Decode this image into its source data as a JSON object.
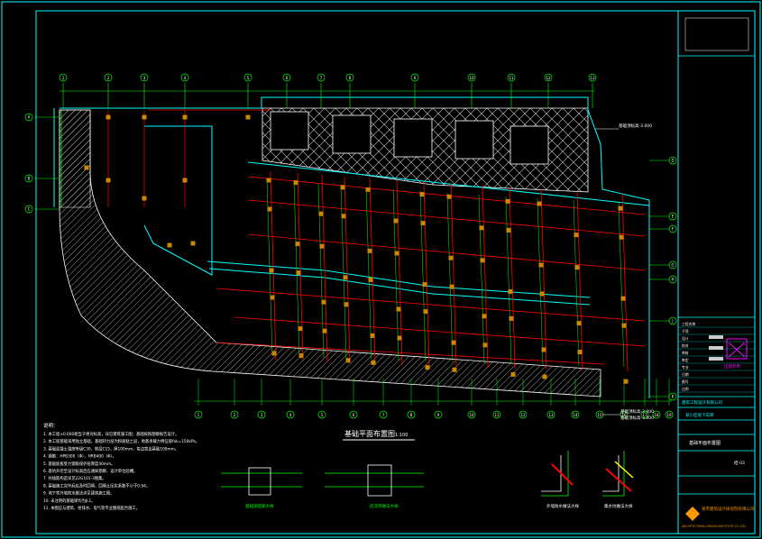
{
  "drawing": {
    "main_title": "基础平面布置图",
    "main_scale": "1:100",
    "notes_heading": "说明：",
    "notes": [
      "1. 本工程±0.000相当于绝对标高，详见建筑施工图；基础按照勘察报告设计。",
      "2. 本工程基础采用独立基础，基础持力层为粉质粘土层，地基承载力特征值fak=150kPa。",
      "3. 基础混凝土强度等级C30，垫层C15，厚100mm，每边宽出基础100mm。",
      "4. 钢筋：HPB300（Φ），HRB400（Φ）。",
      "5. 基础底板受力钢筋保护层厚度40mm。",
      "6. 基坑开挖至设计标高后应通知勘察、设计单位验槽。",
      "7. 柱插筋构造详见22G101-3图集。",
      "8. 基础施工完毕后应及时回填，回填土压实系数不小于0.94。",
      "9. 地下室外墙防水做法详见建筑施工图。",
      "10. 未注明的基础梁均为JL1。",
      "11. 本图应与建筑、给排水、电气等专业图纸配合施工。"
    ],
    "detail_labels": [
      "基础梁配筋大样",
      "后浇带做法大样",
      "外墙防水做法大样",
      "集水坑做法大样"
    ],
    "callouts": [
      "基础顶标高-3.000",
      "基础顶标高-3.000",
      "基础顶标高-3.000"
    ],
    "grid_top": [
      "1",
      "2",
      "3",
      "4",
      "5",
      "6",
      "7",
      "8",
      "9",
      "10",
      "11",
      "12",
      "13"
    ],
    "grid_bottom": [
      "1",
      "2",
      "3",
      "4",
      "5",
      "6",
      "7",
      "8",
      "9",
      "10",
      "11",
      "12",
      "13",
      "14",
      "15",
      "16",
      "17",
      "18",
      "19"
    ],
    "grid_left": [
      "A",
      "B",
      "C"
    ],
    "grid_right": [
      "D",
      "E",
      "F",
      "G",
      "H",
      "J",
      "K"
    ]
  },
  "title_block": {
    "company_top": "建筑工程设计有限公司",
    "project": "某小区地下车库",
    "sheet_title": "基础平面布置图",
    "sheet_no": "结-03",
    "stamp": "出图专用",
    "company_bottom_cn": "某市建筑设计研究院有限公司",
    "company_bottom_en": "ARCHITECTURAL DESIGN INSTITUTE CO.,LTD.",
    "fields": [
      "工程名称",
      "子项",
      "设计",
      "校对",
      "审核",
      "审定",
      "专业",
      "日期",
      "图号",
      "比例"
    ],
    "colors": {
      "frame": "#00ffff",
      "grid": "#ff0000",
      "axis": "#00ff00",
      "column": "#ffc000",
      "hatch": "#ffffff",
      "stamp": "#ff00ff"
    }
  }
}
